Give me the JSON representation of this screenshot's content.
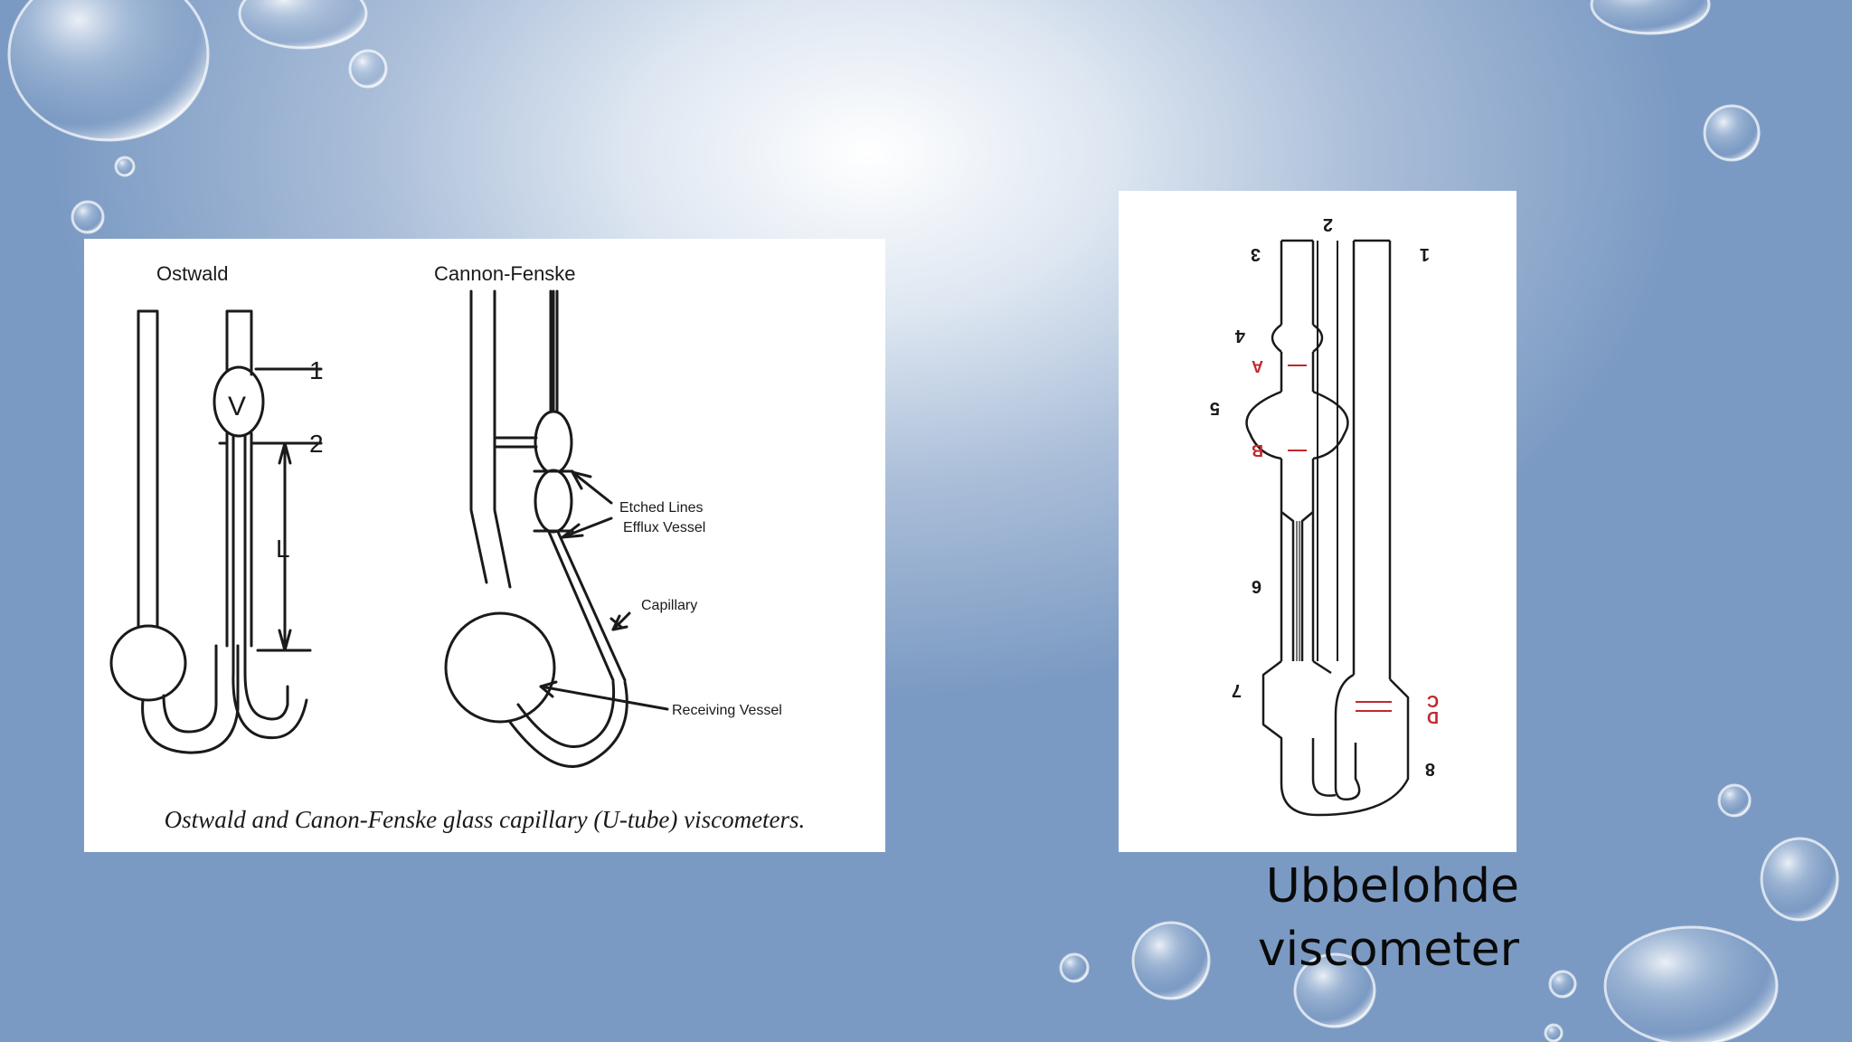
{
  "slide": {
    "left_figure": {
      "ostwald_title": "Ostwald",
      "cannon_title": "Cannon-Fenske",
      "mark_1": "1",
      "mark_2": "2",
      "mark_v": "V",
      "mark_l": "L",
      "etched_lines": "Etched Lines",
      "efflux_vessel": "Efflux Vessel",
      "capillary": "Capillary",
      "receiving_vessel": "Receiving Vessel",
      "caption": "Ostwald and Canon-Fenske glass capillary (U-tube) viscometers."
    },
    "right_figure": {
      "labels": {
        "n1": "1",
        "n2": "2",
        "n3": "3",
        "n4": "4",
        "n5": "5",
        "n6": "6",
        "n7": "7",
        "n8": "8"
      },
      "marks": {
        "a": "A",
        "b": "B",
        "c": "C",
        "d": "D"
      },
      "caption": "Ubbelohde viscometer"
    },
    "colors": {
      "mark_red": "#c0282d",
      "ink": "#1a1a1a"
    }
  }
}
